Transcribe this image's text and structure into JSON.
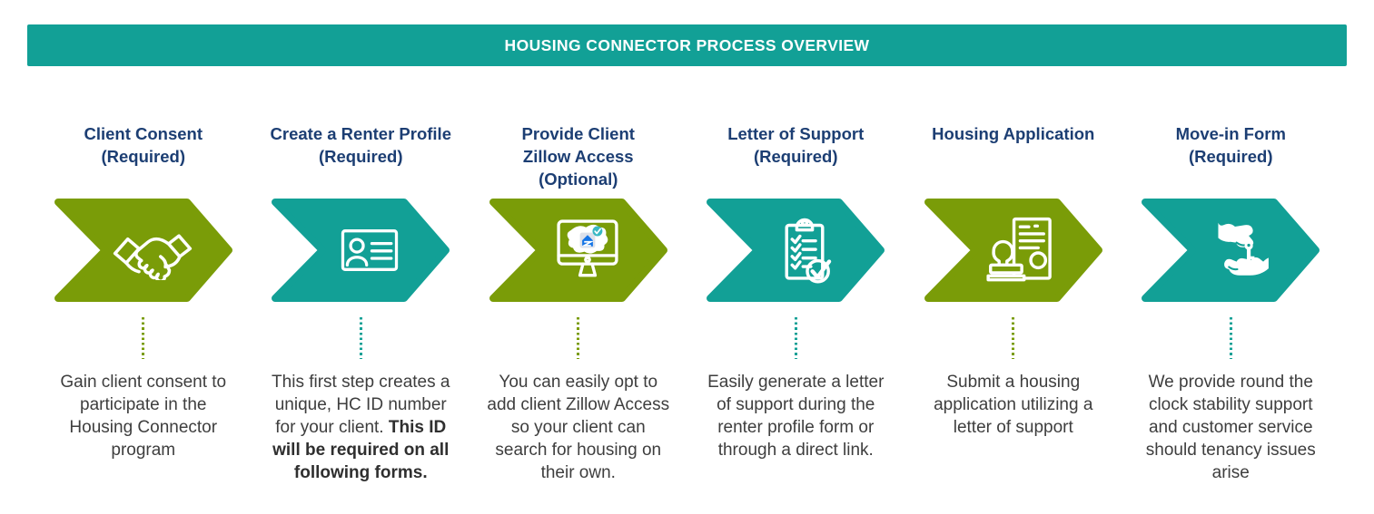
{
  "colors": {
    "teal": "#12A096",
    "olive": "#7A9C08",
    "navy": "#1C3E73",
    "body_text": "#3E3E3E",
    "zillow_blue": "#1474E6",
    "badge_teal": "#38B8C3"
  },
  "header": {
    "title": "HOUSING CONNECTOR PROCESS OVERVIEW"
  },
  "steps": [
    {
      "title": "Client Consent\n(Required)",
      "color": "olive",
      "icon": "handshake-icon",
      "description": "Gain client consent to\nparticipate in the\nHousing Connector\nprogram",
      "description_bold": ""
    },
    {
      "title": "Create a Renter Profile\n(Required)",
      "color": "teal",
      "icon": "id-card-icon",
      "description": "This first step creates a\nunique, HC ID number\nfor your client. ",
      "description_bold": "This ID\nwill be required on all\nfollowing forms."
    },
    {
      "title": "Provide Client\nZillow Access\n(Optional)",
      "color": "olive",
      "icon": "monitor-zillow-icon",
      "description": "You can easily opt to\nadd client Zillow Access\nso your client can\nsearch for housing on\ntheir own.",
      "description_bold": ""
    },
    {
      "title": "Letter of Support\n(Required)",
      "color": "teal",
      "icon": "checklist-clipboard-icon",
      "description": "Easily generate a letter\nof support during the\nrenter profile form or\nthrough a direct link.",
      "description_bold": ""
    },
    {
      "title": "Housing Application",
      "color": "olive",
      "icon": "document-stamp-icon",
      "description": "Submit a housing\napplication utilizing a\nletter of support",
      "description_bold": ""
    },
    {
      "title": "Move-in Form\n(Required)",
      "color": "teal",
      "icon": "key-handover-icon",
      "description": "We provide round the\nclock stability support\nand customer service\nshould tenancy issues\narise",
      "description_bold": ""
    }
  ]
}
